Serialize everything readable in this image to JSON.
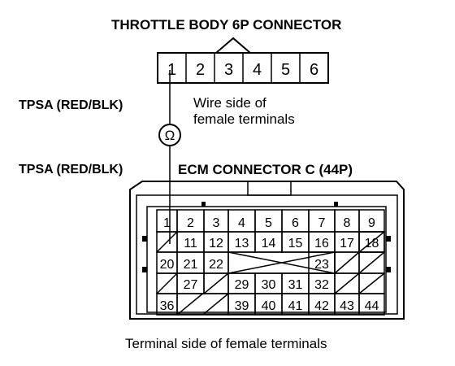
{
  "throttle": {
    "title": "THROTTLE BODY 6P CONNECTOR",
    "pins": [
      "1",
      "2",
      "3",
      "4",
      "5",
      "6"
    ],
    "note_line1": "Wire side of",
    "note_line2": "female terminals"
  },
  "probe": {
    "label_top": "TPSA (RED/BLK)",
    "label_bottom": "TPSA (RED/BLK)",
    "meter_symbol": "Ω"
  },
  "ecm": {
    "title": "ECM CONNECTOR C (44P)",
    "footer": "Terminal side of female terminals",
    "row1": [
      "1",
      "2",
      "3",
      "4",
      "5",
      "6",
      "7",
      "8",
      "9"
    ],
    "row2": [
      "11",
      "12",
      "13",
      "14",
      "15",
      "16",
      "17",
      "18"
    ],
    "row3": [
      "20",
      "21",
      "22",
      "23"
    ],
    "row4": [
      "27",
      "29",
      "30",
      "31",
      "32"
    ],
    "row5": [
      "36",
      "39",
      "40",
      "41",
      "42",
      "43",
      "44"
    ]
  }
}
